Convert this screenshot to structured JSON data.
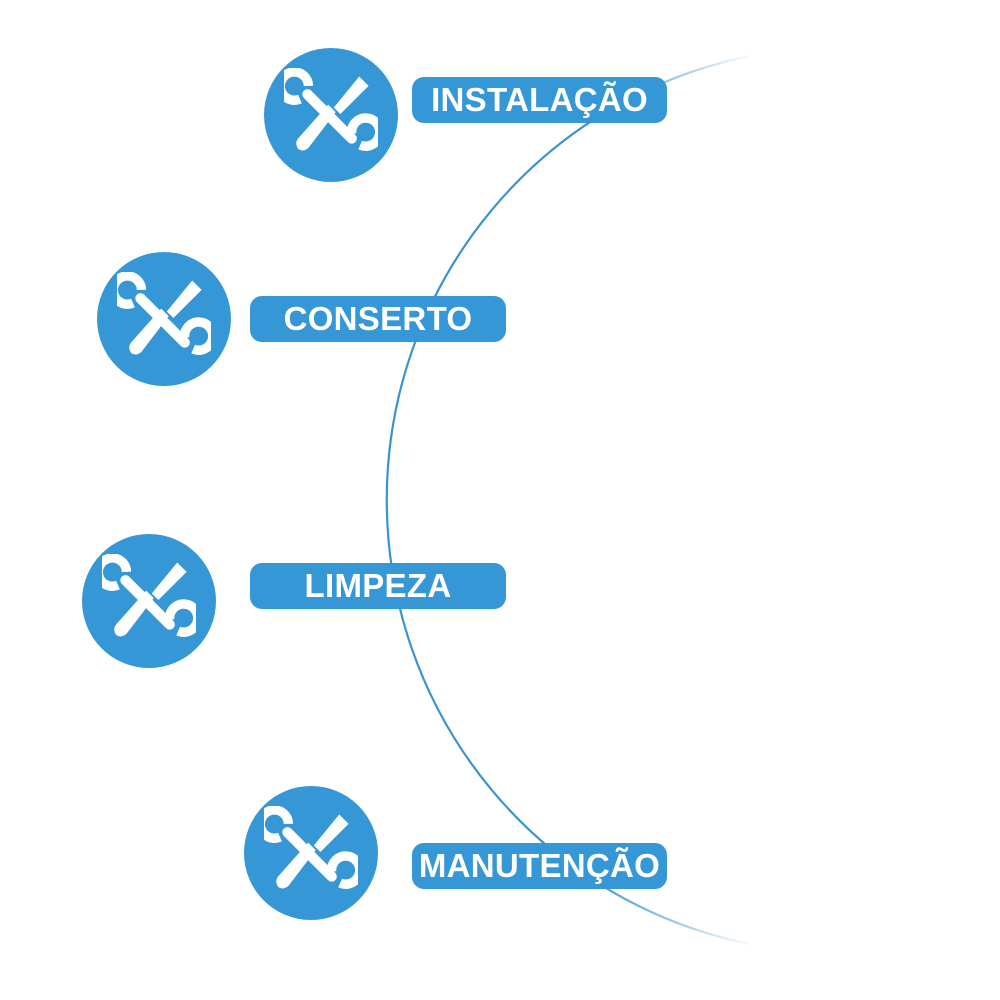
{
  "diagram": {
    "accent_color": "#3597d5",
    "text_color": "#ffffff",
    "arc_color": "#3a93d0",
    "items": [
      {
        "label": "INSTALAÇÃO",
        "icon": "wrench-screwdriver-icon"
      },
      {
        "label": "CONSERTO",
        "icon": "wrench-screwdriver-icon"
      },
      {
        "label": "LIMPEZA",
        "icon": "wrench-screwdriver-icon"
      },
      {
        "label": "MANUTENÇÃO",
        "icon": "wrench-screwdriver-icon"
      }
    ]
  }
}
